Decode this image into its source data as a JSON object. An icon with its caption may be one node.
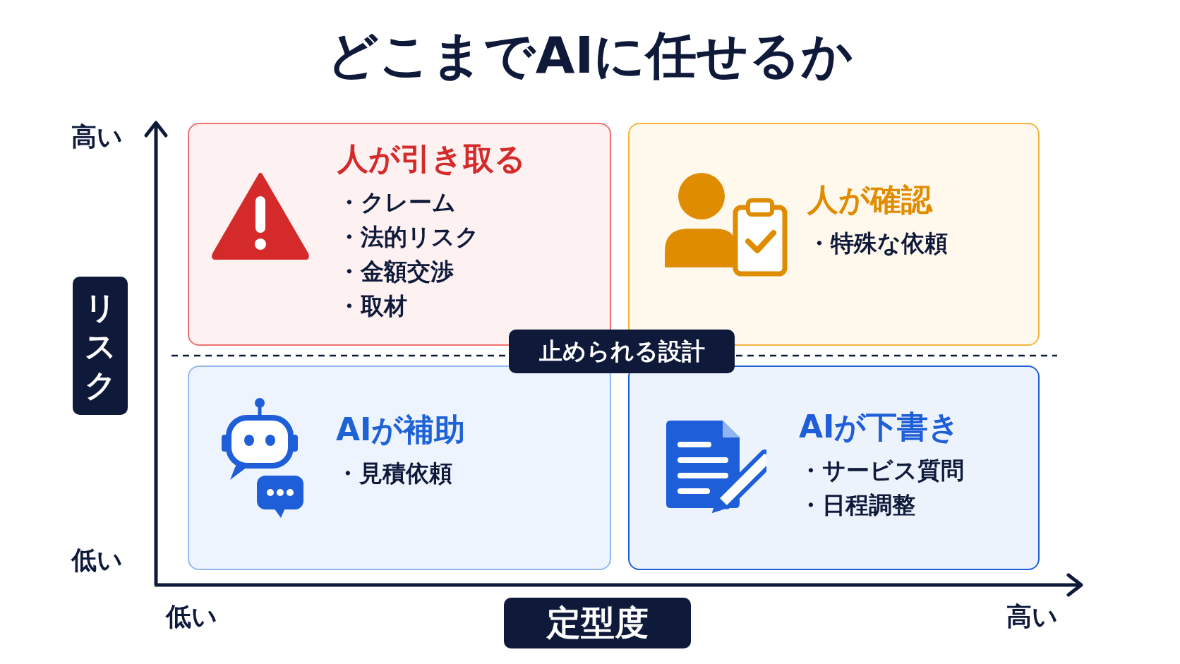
{
  "diagram": {
    "title": "どこまでAIに任せるか",
    "nodes": [
      {
        "text": [
          "人が引き取る",
          "・クレーム",
          "・法的リスク",
          "・金額交渉",
          "・取材"
        ]
      },
      {
        "text": [
          "人が確認",
          "・特殊な依頼"
        ]
      },
      {
        "text": [
          "AIが補助",
          "・見積依頼"
        ]
      },
      {
        "text": [
          "AIが下書き",
          "・サービス質問",
          "・日程調整"
        ]
      },
      {
        "text": [
          "止められる設計"
        ]
      },
      {
        "text": [
          "リスク"
        ]
      },
      {
        "text": [
          "定型度"
        ]
      }
    ],
    "labels": [
      "高い",
      "低い",
      "低い",
      "高い"
    ]
  }
}
